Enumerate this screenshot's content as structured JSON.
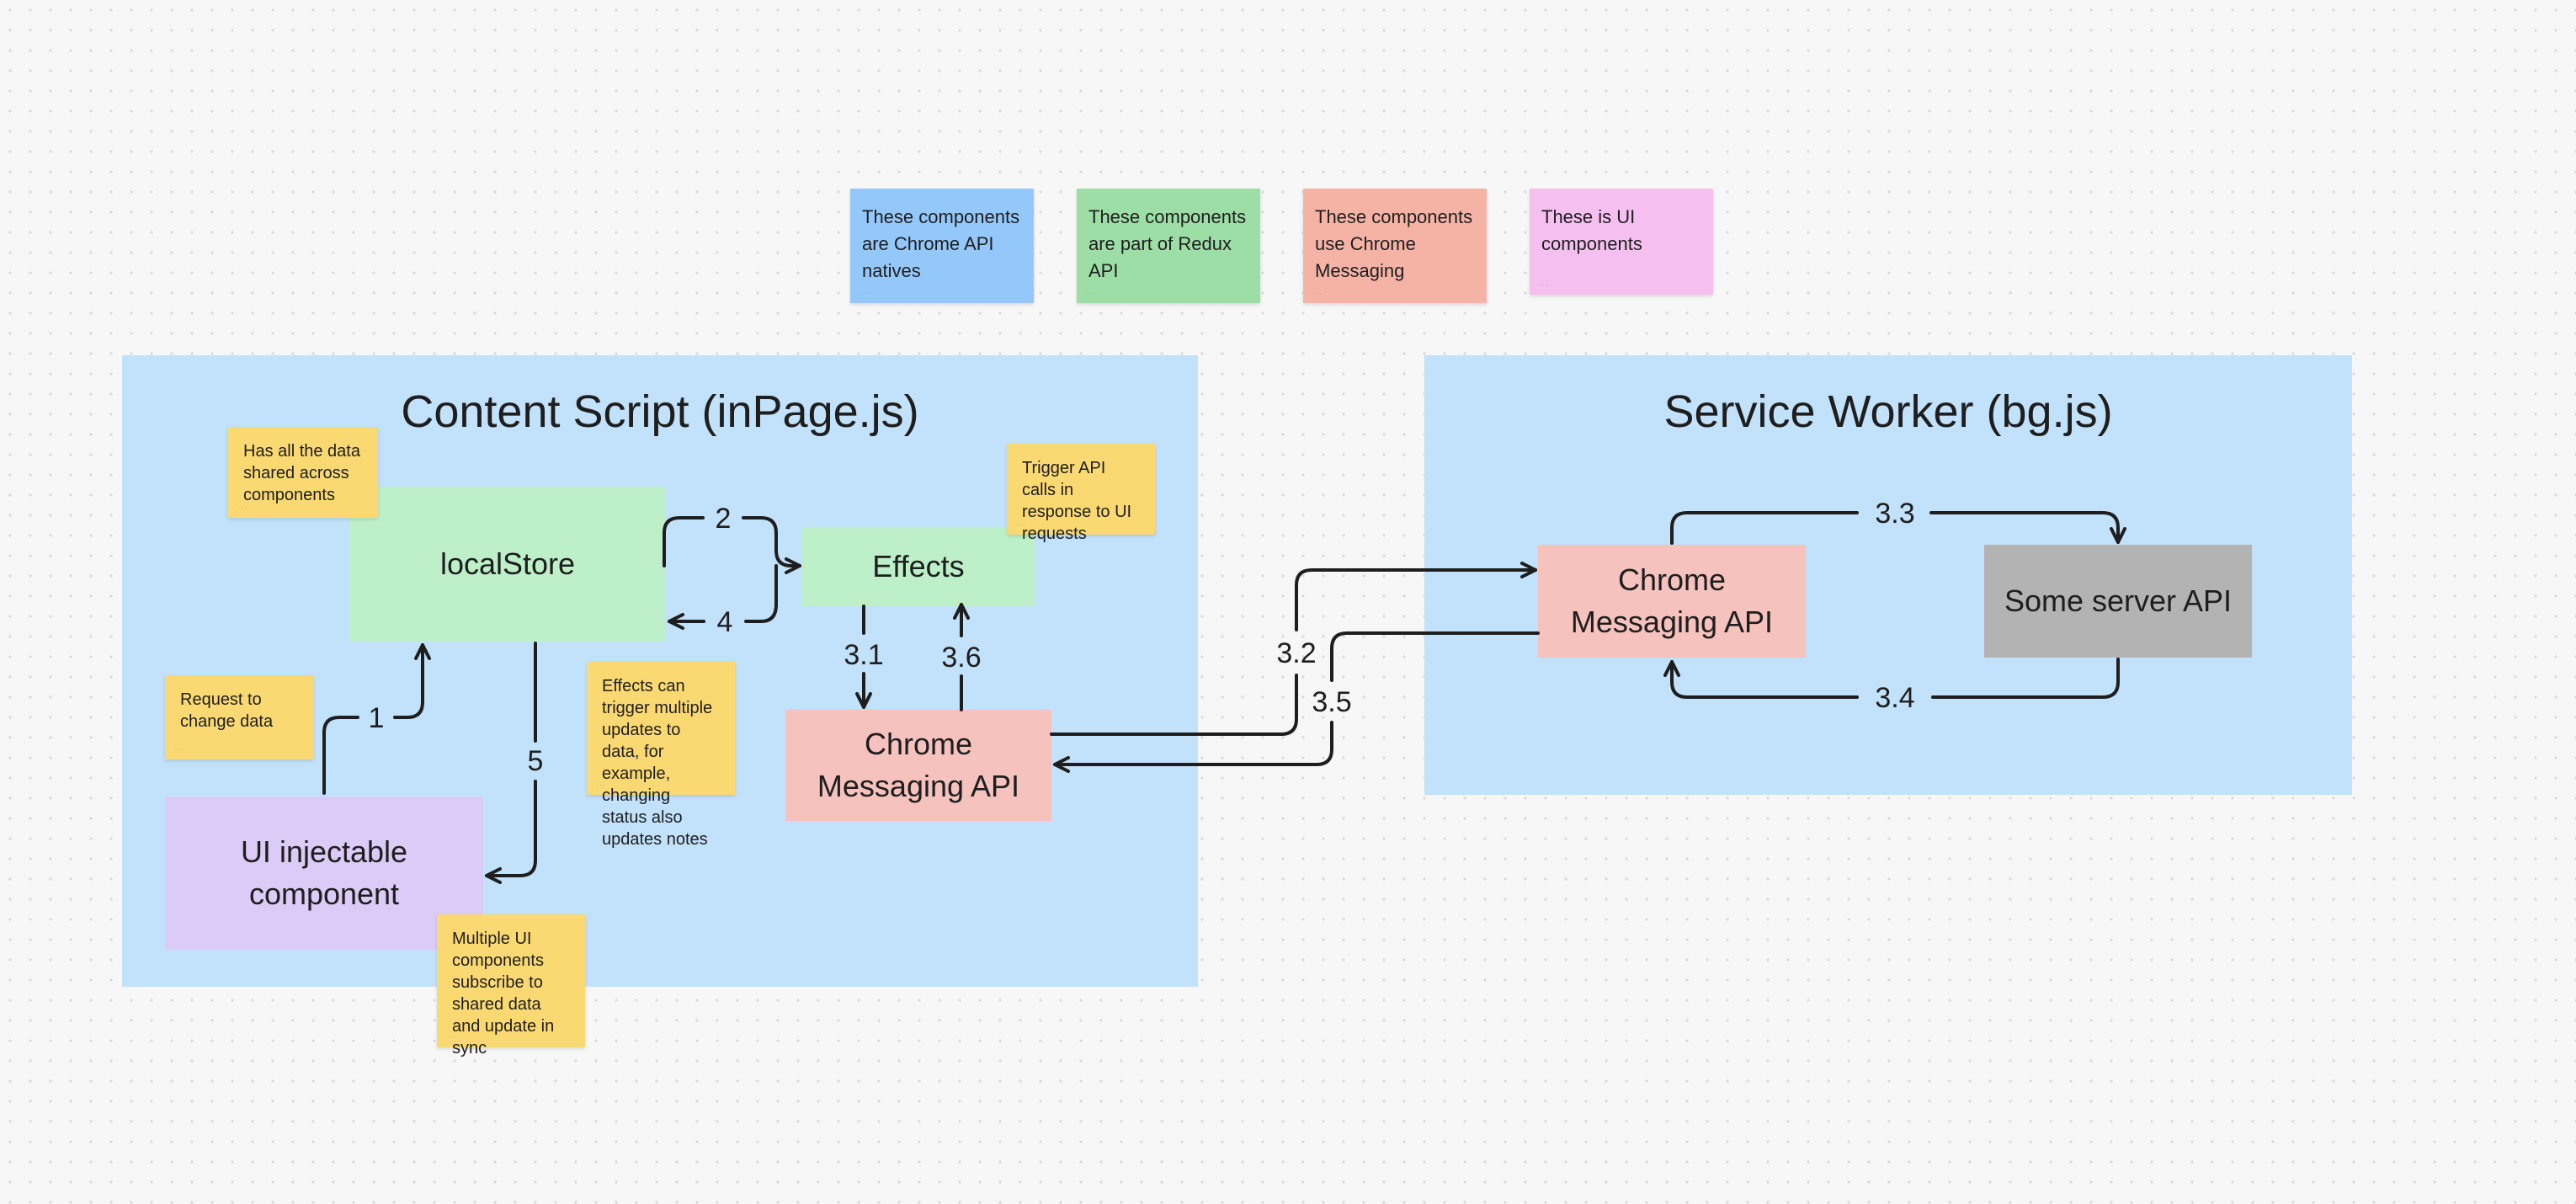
{
  "legend": [
    {
      "text": "These components are Chrome API natives",
      "author": "· · ·",
      "color": "#94c8fa"
    },
    {
      "text": "These components are part of Redux API",
      "author": "· · ·",
      "color": "#9cdea5"
    },
    {
      "text": "These components use Chrome Messaging",
      "author": "· · ·",
      "color": "#f5b3a6"
    },
    {
      "text": "These is UI components",
      "author": "· · ·",
      "color": "#f5bff0"
    }
  ],
  "content_script": {
    "title": "Content Script (inPage.js)",
    "local_store": "localStore",
    "effects": "Effects",
    "chrome_messaging": "Chrome Messaging API",
    "ui_component": "UI injectable component",
    "notes": {
      "shared_data": "Has all the data shared across components",
      "trigger_api": "Trigger API calls in response to UI requests",
      "request_change": "Request to change data",
      "effects_updates": "Effects can trigger multiple updates to data, for example, changing status also updates notes",
      "multiple_ui": "Multiple UI components subscribe to shared data and update in sync",
      "author": "· · ·"
    }
  },
  "service_worker": {
    "title": "Service Worker (bg.js)",
    "chrome_messaging": "Chrome Messaging API",
    "server_api": "Some server API"
  },
  "arrows": {
    "a1": "1",
    "a2": "2",
    "a4": "4",
    "a5": "5",
    "a31": "3.1",
    "a36": "3.6",
    "a32": "3.2",
    "a35": "3.5",
    "a33": "3.3",
    "a34": "3.4"
  },
  "colors": {
    "section": "#c2e1fa",
    "store": "#bdf0c8",
    "messaging": "#f5c2bd",
    "ui": "#dccbf6",
    "server": "#b3b3b3",
    "sticky": "#fad973",
    "line": "#1e1e1e"
  }
}
